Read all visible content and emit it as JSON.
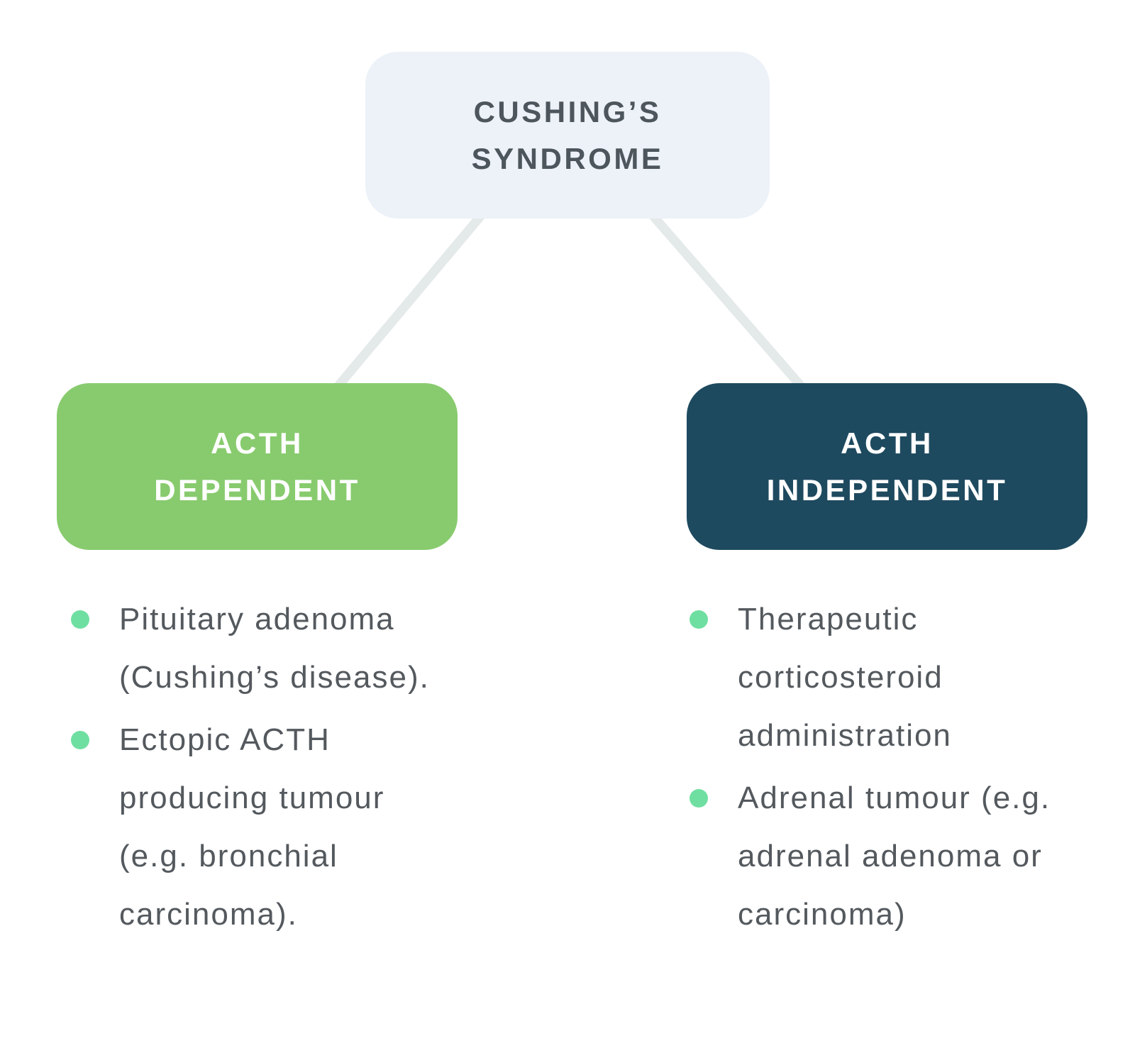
{
  "colors": {
    "background": "#ffffff",
    "root_node_bg": "#edf2f8",
    "root_node_text": "#4d565c",
    "left_node_bg": "#88cb6e",
    "right_node_bg": "#1e4a5f",
    "node_text_on_color": "#ffffff",
    "connector": "#e4e9e9",
    "bullet_dot": "#6fdfa1",
    "body_text": "#54595e"
  },
  "diagram": {
    "root": {
      "label": "CUSHING’S\nSYNDROME"
    },
    "branches": [
      {
        "label": "ACTH\nDEPENDENT",
        "items": [
          "Pituitary adenoma (Cushing’s disease).",
          "Ectopic ACTH producing tumour (e.g. bronchial carcinoma)."
        ]
      },
      {
        "label": "ACTH\nINDEPENDENT",
        "items": [
          "Therapeutic corticosteroid administration",
          "Adrenal tumour (e.g. adrenal adenoma or carcinoma)"
        ]
      }
    ]
  }
}
